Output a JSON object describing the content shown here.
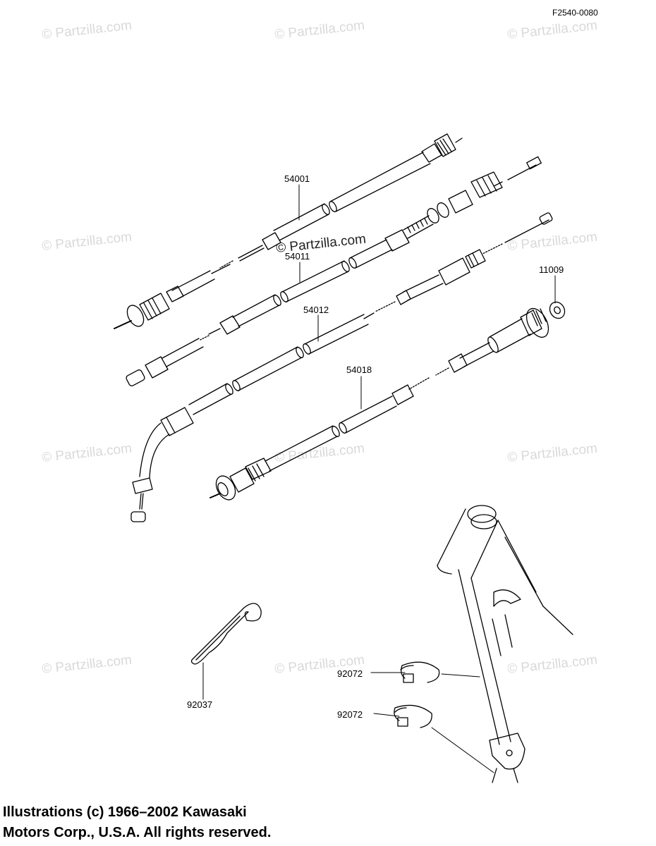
{
  "figure_code": "F2540-0080",
  "watermark": "© Partzilla.com",
  "watermark_center": "© Partzilla.com",
  "copyright": {
    "line1": "Illustrations (c) 1966–2002 Kawasaki",
    "line2": "Motors Corp., U.S.A.  All rights reserved."
  },
  "parts": {
    "p54001": "54001",
    "p54011": "54011",
    "p54012": "54012",
    "p54018": "54018",
    "p11009": "11009",
    "p92037": "92037",
    "p92072a": "92072",
    "p92072b": "92072"
  }
}
